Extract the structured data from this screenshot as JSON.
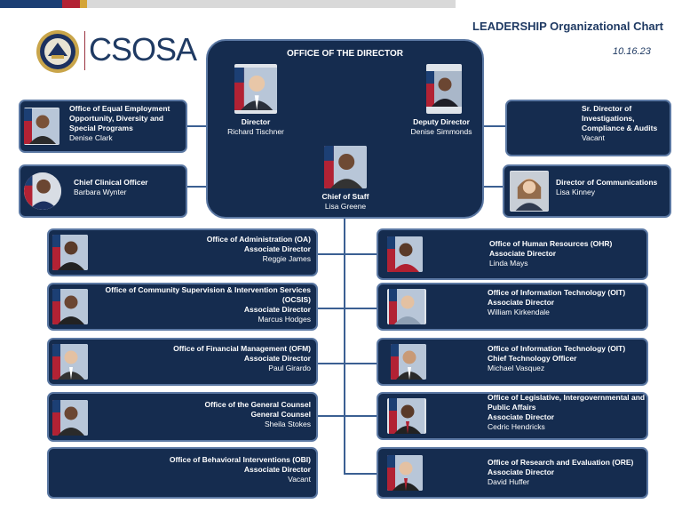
{
  "header": {
    "logo_text": "CSOSA",
    "chart_title": "LEADERSHIP Organizational Chart",
    "date": "10.16.23"
  },
  "director_office": {
    "heading": "OFFICE OF THE DIRECTOR",
    "director": {
      "role": "Director",
      "name": "Richard Tischner"
    },
    "deputy": {
      "role": "Deputy Director",
      "name": "Denise Simmonds"
    },
    "chief_of_staff": {
      "role": "Chief of Staff",
      "name": "Lisa Greene"
    }
  },
  "staff_left": [
    {
      "title": "Office of Equal Employment Opportunity, Diversity and Special Programs",
      "name": "Denise Clark"
    },
    {
      "title": "Chief Clinical Officer",
      "name": "Barbara Wynter"
    }
  ],
  "staff_right": [
    {
      "title": "Sr. Director of Investigations, Compliance & Audits",
      "name": "Vacant"
    },
    {
      "title": "Director of Communications",
      "name": "Lisa Kinney"
    }
  ],
  "offices_left": [
    {
      "office": "Office of Administration (OA)",
      "role": "Associate Director",
      "name": "Reggie James"
    },
    {
      "office": "Office of Community Supervision & Intervention Services (OCSIS)",
      "role": "Associate Director",
      "name": "Marcus Hodges"
    },
    {
      "office": "Office of  Financial Management (OFM)",
      "role": "Associate Director",
      "name": "Paul Girardo"
    },
    {
      "office": "Office of the General Counsel",
      "role": "General Counsel",
      "name": "Sheila Stokes"
    },
    {
      "office": "Office of Behavioral Interventions (OBI)",
      "role": "Associate Director",
      "name": "Vacant"
    }
  ],
  "offices_right": [
    {
      "office": "Office of Human Resources (OHR)",
      "role": "Associate Director",
      "name": "Linda Mays"
    },
    {
      "office": "Office of Information Technology (OIT) Associate Director",
      "role": "",
      "name": "William Kirkendale"
    },
    {
      "office": "Office of Information Technology (OIT) Chief Technology Officer",
      "role": "",
      "name": "Michael Vasquez"
    },
    {
      "office": "Office of Legislative, Intergovernmental and Public Affairs",
      "role": "Associate Director",
      "name": "Cedric Hendricks"
    },
    {
      "office": "Office of Research and Evaluation (ORE) Associate Director",
      "role": "",
      "name": "David Huffer"
    }
  ],
  "colors": {
    "box": "#152c4f",
    "border": "#5b78a3",
    "line": "#3b5f92",
    "title": "#1f3a63"
  },
  "icons": {
    "logo": "csosa-seal-icon",
    "photo": "portrait-photo-icon"
  }
}
